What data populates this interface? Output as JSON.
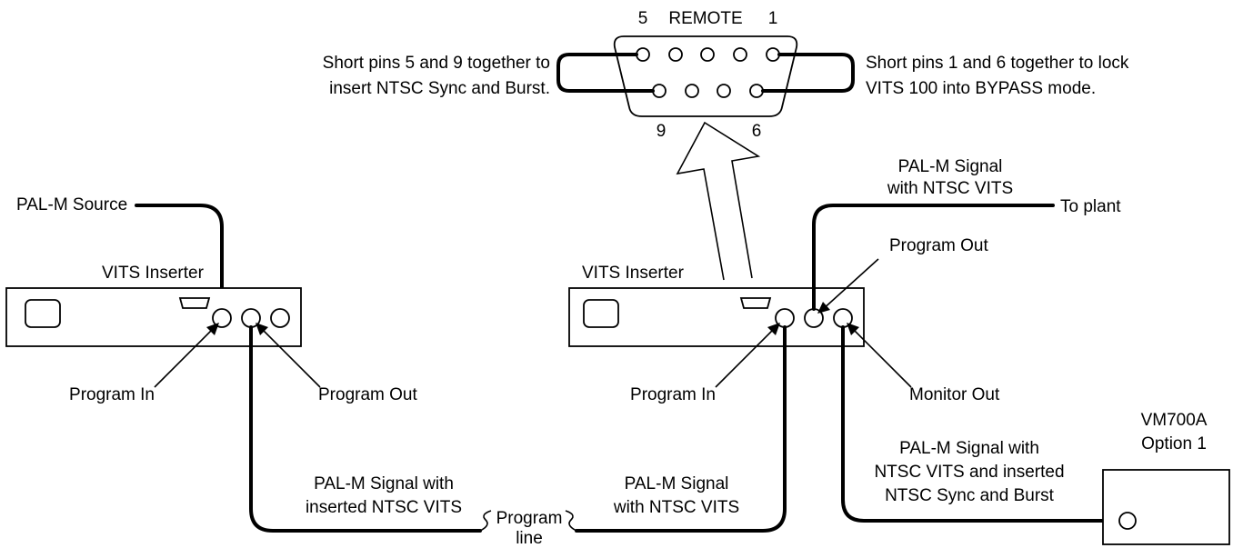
{
  "connector": {
    "title": "REMOTE",
    "pin_top_left": "5",
    "pin_top_right": "1",
    "pin_bottom_left": "9",
    "pin_bottom_right": "6",
    "note_left": [
      "Short pins 5 and 9 together to",
      "insert NTSC Sync and Burst."
    ],
    "note_right": [
      "Short pins 1 and 6 together to lock",
      "VITS 100 into BYPASS mode."
    ]
  },
  "inserter_left": {
    "label": "VITS Inserter",
    "source_label": "PAL-M Source",
    "program_in": "Program In",
    "program_out": "Program Out"
  },
  "inserter_right": {
    "label": "VITS Inserter",
    "signal_out": [
      "PAL-M Signal",
      "with NTSC VITS"
    ],
    "to_plant": "To plant",
    "program_out": "Program Out",
    "program_in": "Program In",
    "monitor_out": "Monitor Out"
  },
  "program_line": {
    "signal_left": [
      "PAL-M Signal with",
      "inserted NTSC VITS"
    ],
    "label": [
      "Program",
      "line"
    ],
    "signal_right": [
      "PAL-M Signal",
      "with NTSC VITS"
    ]
  },
  "monitor": {
    "title": [
      "VM700A",
      "Option 1"
    ],
    "signal": [
      "PAL-M Signal with",
      "NTSC VITS and inserted",
      "NTSC Sync and Burst"
    ]
  }
}
